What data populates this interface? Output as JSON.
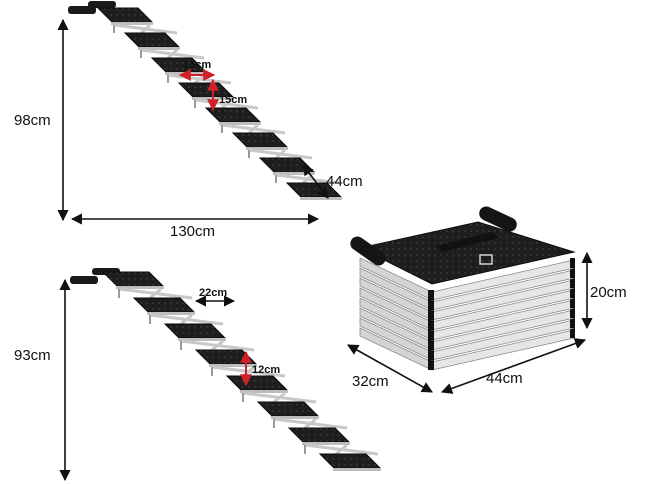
{
  "product": {
    "extended_steps_1": {
      "height": "98cm",
      "length": "130cm",
      "width": "44cm",
      "step_depth": "15cm",
      "step_rise": "15cm"
    },
    "extended_steps_2": {
      "height": "93cm",
      "step_depth": "22cm",
      "step_rise": "12cm"
    },
    "folded": {
      "height": "20cm",
      "depth": "32cm",
      "width": "44cm"
    }
  },
  "colors": {
    "dimension_line": "#111111",
    "highlight_arrow": "#d0202a",
    "tread": "#1e1e1e",
    "frame": "#c8c8c8"
  }
}
